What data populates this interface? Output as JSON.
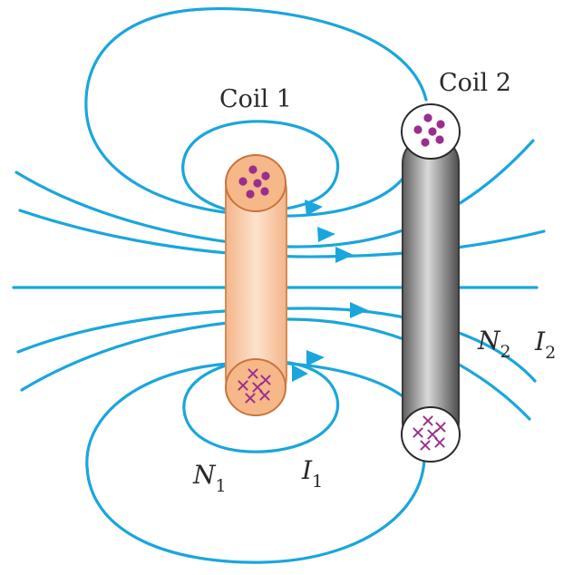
{
  "colors": {
    "field_line": "#1aa6dc",
    "coil1_fill": "#f9c9a3",
    "coil1_stroke": "#d98a4e",
    "coil1_end": "#f6b789",
    "coil2_light": "#e3e3e3",
    "coil2_dark": "#6a6a6a",
    "coil2_stroke": "#3a3a3a",
    "current_marker": "#9a2e8e"
  },
  "labels": {
    "coil1": "Coil 1",
    "coil2": "Coil 2",
    "n1": {
      "main": "N",
      "sub": "1"
    },
    "i1": {
      "main": "I",
      "sub": "1"
    },
    "n2": {
      "main": "N",
      "sub": "2"
    },
    "i2": {
      "main": "I",
      "sub": "2"
    }
  },
  "current_markers": {
    "coil1_top": "dot",
    "coil1_bottom": "cross",
    "coil2_top": "dot",
    "coil2_bottom": "cross"
  },
  "icons": {
    "dot": "current-out-of-page-dot",
    "cross": "current-into-page-cross",
    "arrow": "field-direction-arrow"
  }
}
